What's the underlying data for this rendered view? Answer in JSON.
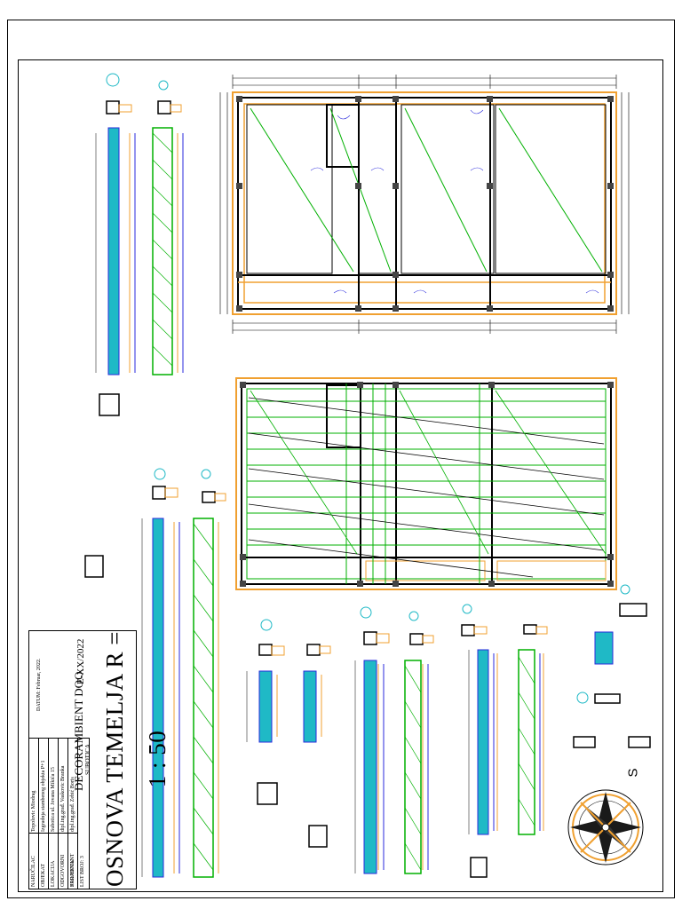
{
  "title_block": {
    "title": "OSNOVA TEMELJA R = 1 : 50",
    "company": "DECORAMBIENT DOO",
    "location": "SUBOTICA",
    "project_code": "E-XX/2022",
    "rows": [
      {
        "label": "NARUČILAC",
        "value": "Topolovic Miodrag"
      },
      {
        "label": "OBJEKAT",
        "value": "Izgradnja stambenog objekta P+1"
      },
      {
        "label": "LOKACIJA",
        "value": "Subotica ul. Jovana Mikića 15"
      },
      {
        "label": "ODGOVORNI PROJEKTANT",
        "value": "dipl.ing.građ. Vaskovic Branka"
      },
      {
        "label": "SARADNIK",
        "value": "dipl.ing.građ. Zebić Boris"
      }
    ],
    "sheet_label": "LIST BROJ: 3",
    "date": "DATUM: Februar, 2022."
  },
  "compass": {
    "north_label": "S"
  },
  "colors": {
    "wall": "#f0a030",
    "rebar": "#00b000",
    "mesh": "#1fb9c6",
    "blue": "#2a2adc",
    "ink": "#000000"
  }
}
